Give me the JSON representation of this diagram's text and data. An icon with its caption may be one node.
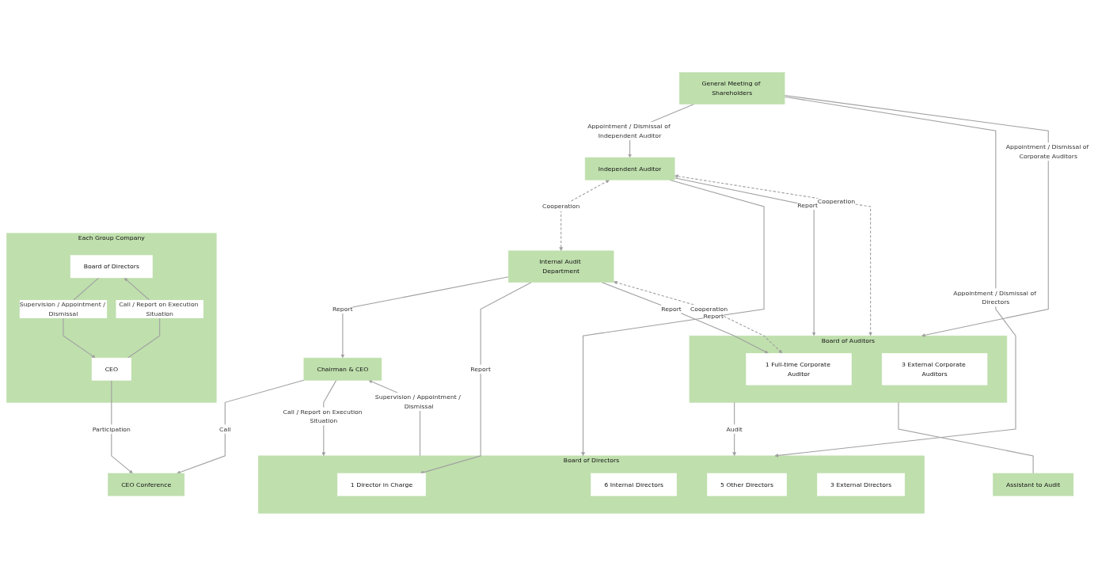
{
  "diagram": {
    "nodes": [
      {
        "text": [
          "General Meeting of Shareholders"
        ]
      },
      {
        "text": [
          "Board of Directors"
        ]
      },
      {
        "text": [
          "6 Internal Directors"
        ],
        "in": 1
      },
      {
        "text": [
          "1 Director in Charge"
        ],
        "in": 1
      },
      {
        "text": [
          "5 Other Directors"
        ],
        "in": 1
      },
      {
        "text": [
          "3 External Directors"
        ],
        "in": 1
      },
      {
        "text": [
          "Board of Auditors"
        ]
      },
      {
        "text": [
          "1 Full-time Corporate Auditor"
        ],
        "in": 6
      },
      {
        "text": [
          "3 External Corporate Auditors"
        ],
        "in": 6
      },
      {
        "text": [
          "Independent Auditor"
        ]
      },
      {
        "text": [
          "Assistant to Audit"
        ]
      },
      {
        "text": [
          "Chairman & CEO"
        ]
      },
      {
        "text": [
          "Internal Audit Department"
        ]
      },
      {
        "text": [
          "CEO Conference"
        ]
      },
      {
        "text": [
          "Each Group Company"
        ]
      },
      {
        "text": [
          "Board of Directors"
        ],
        "in": 14
      },
      {
        "text": [
          "CEO"
        ],
        "in": 14
      }
    ],
    "edges": [
      {
        "from": 0,
        "to": 1,
        "arrow": "to",
        "label": "Appointment / Dismissal of Directors"
      },
      {
        "from": 0,
        "to": 6,
        "arrow": "to",
        "label": "Appointment / Dismissal of Corporate Auditors"
      },
      {
        "from": 0,
        "to": 9,
        "arrow": "to",
        "label": "Appointment / Dismissal of Independent Auditor"
      },
      {
        "from": 9,
        "to": 1,
        "arrow": "to",
        "label": "Report"
      },
      {
        "from": 9,
        "to": 6,
        "arrow": "to",
        "label": "Report"
      },
      {
        "from": 6,
        "to": 1,
        "arrow": "to",
        "label": "Audit"
      },
      {
        "from": 6,
        "to": 9,
        "arrow": "both",
        "label": "Cooperation",
        "style": "dashed"
      },
      {
        "from": 11,
        "to": 1,
        "arrow": "to",
        "label": "Call / Report on Execution Situation"
      },
      {
        "from": 1,
        "to": 11,
        "arrow": "to",
        "label": "Supervision / Appointment / Dismissal"
      },
      {
        "from": 6,
        "to": 10,
        "arrow": "none"
      },
      {
        "from": 11,
        "to": 13,
        "arrow": "to",
        "label": "Call"
      },
      {
        "from": 12,
        "to": 11,
        "arrow": "to",
        "label": "Report"
      },
      {
        "from": 12,
        "to": 3,
        "arrow": "to",
        "label": "Report"
      },
      {
        "from": 12,
        "to": 7,
        "arrow": "to",
        "label": "Report"
      },
      {
        "from": 7,
        "to": 12,
        "arrow": "both",
        "label": "Cooperation",
        "style": "dashed"
      },
      {
        "from": 9,
        "to": 12,
        "arrow": "both",
        "label": "Cooperation",
        "style": "dashed"
      },
      {
        "from": 16,
        "to": 13,
        "arrow": "to",
        "label": "Participation"
      },
      {
        "from": 16,
        "to": 15,
        "arrow": "to",
        "label": "Call / Report on Execution Situation"
      },
      {
        "from": 15,
        "to": 16,
        "arrow": "to",
        "label": "Supervision / Appointment / Dismissal"
      }
    ]
  }
}
